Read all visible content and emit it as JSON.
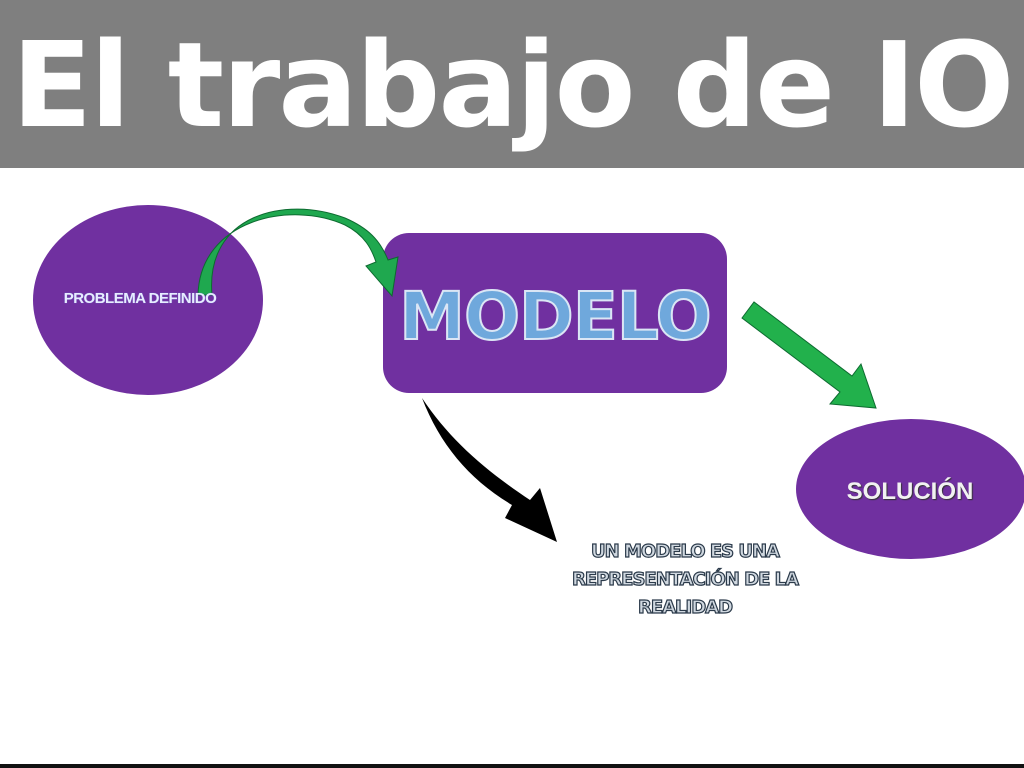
{
  "title": "El trabajo de IO",
  "nodes": {
    "problem": "PROBLEMA DEFINIDO",
    "model": "MODELO",
    "solution": "SOLUCIÓN",
    "note": "UN MODELO ES UNA REPRESENTACIÓN DE LA REALIDAD"
  },
  "colors": {
    "header": "#7f7f7f",
    "node": "#7030a0",
    "arrow_green": "#1fa84f",
    "arrow_black": "#000000"
  }
}
